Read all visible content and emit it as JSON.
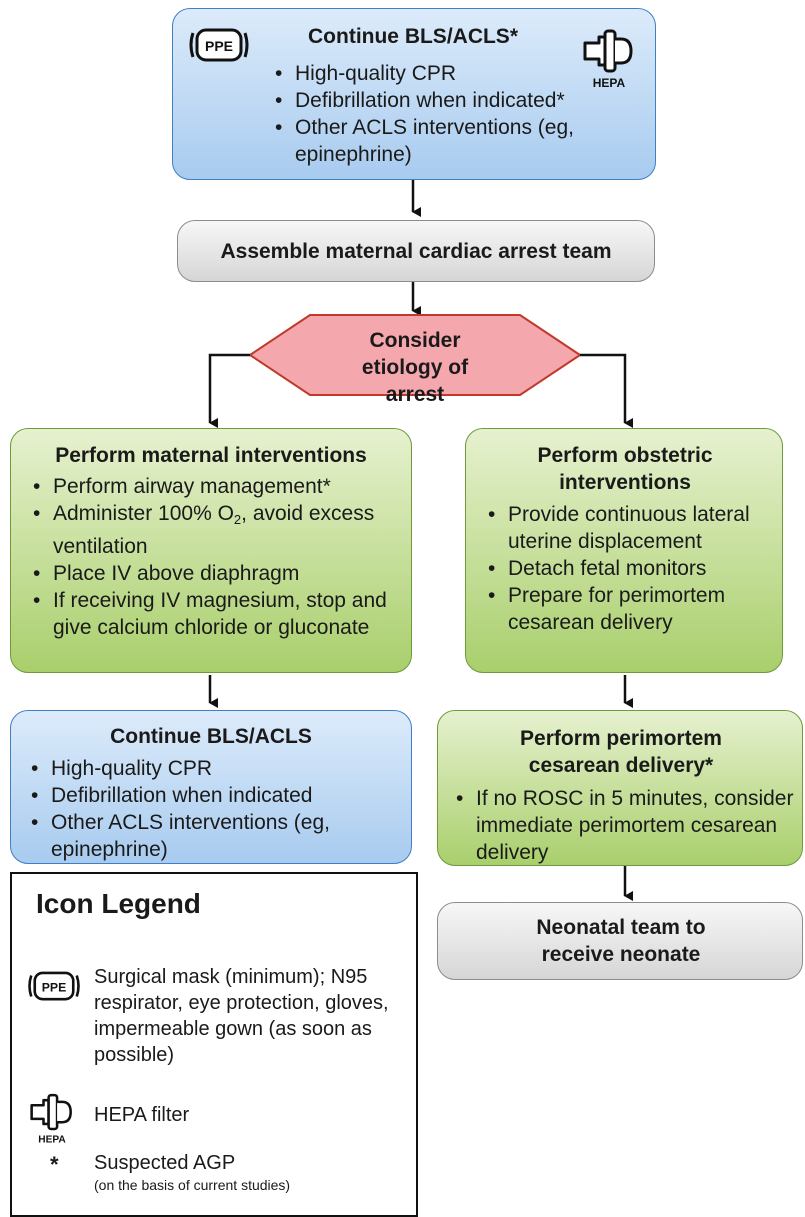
{
  "top_box": {
    "title": "Continue BLS/ACLS*",
    "items": [
      "High-quality CPR",
      "Defibrillation when indicated*",
      "Other ACLS interventions (eg, epinephrine)"
    ]
  },
  "assemble": "Assemble maternal cardiac arrest team",
  "etiology": "Consider etiology of arrest",
  "maternal": {
    "title": "Perform maternal interventions",
    "items": [
      "Perform airway management*",
      "Administer 100% O2, avoid excess ventilation",
      "Place IV above diaphragm",
      "If receiving IV magnesium, stop and give calcium chloride or gluconate"
    ]
  },
  "obstetric": {
    "title": "Perform obstetric interventions",
    "items": [
      "Provide continuous lateral uterine displacement",
      "Detach fetal monitors",
      "Prepare for perimortem cesarean delivery"
    ]
  },
  "continue_box": {
    "title": "Continue BLS/ACLS",
    "items": [
      "High-quality CPR",
      "Defibrillation when indicated",
      "Other ACLS interventions (eg, epinephrine)"
    ]
  },
  "perimortem": {
    "title": "Perform perimortem cesarean delivery*",
    "items": [
      "If no ROSC in 5 minutes, consider immediate perimortem cesarean delivery"
    ]
  },
  "neonatal": "Neonatal team to receive neonate",
  "legend": {
    "title": "Icon Legend",
    "ppe_label": "PPE",
    "hepa_label": "HEPA",
    "ppe_text": "Surgical mask (minimum); N95 respirator, eye protection, gloves, impermeable gown (as soon as possible)",
    "hepa_text": "HEPA filter",
    "star_symbol": "*",
    "star_text": "Suspected AGP",
    "star_note": "(on the basis of current studies)"
  },
  "colors": {
    "blue_border": "#3f7fc4",
    "green_border": "#6e9a3a",
    "diamond_fill": "#f4a7ad",
    "diamond_border": "#c0392b"
  }
}
